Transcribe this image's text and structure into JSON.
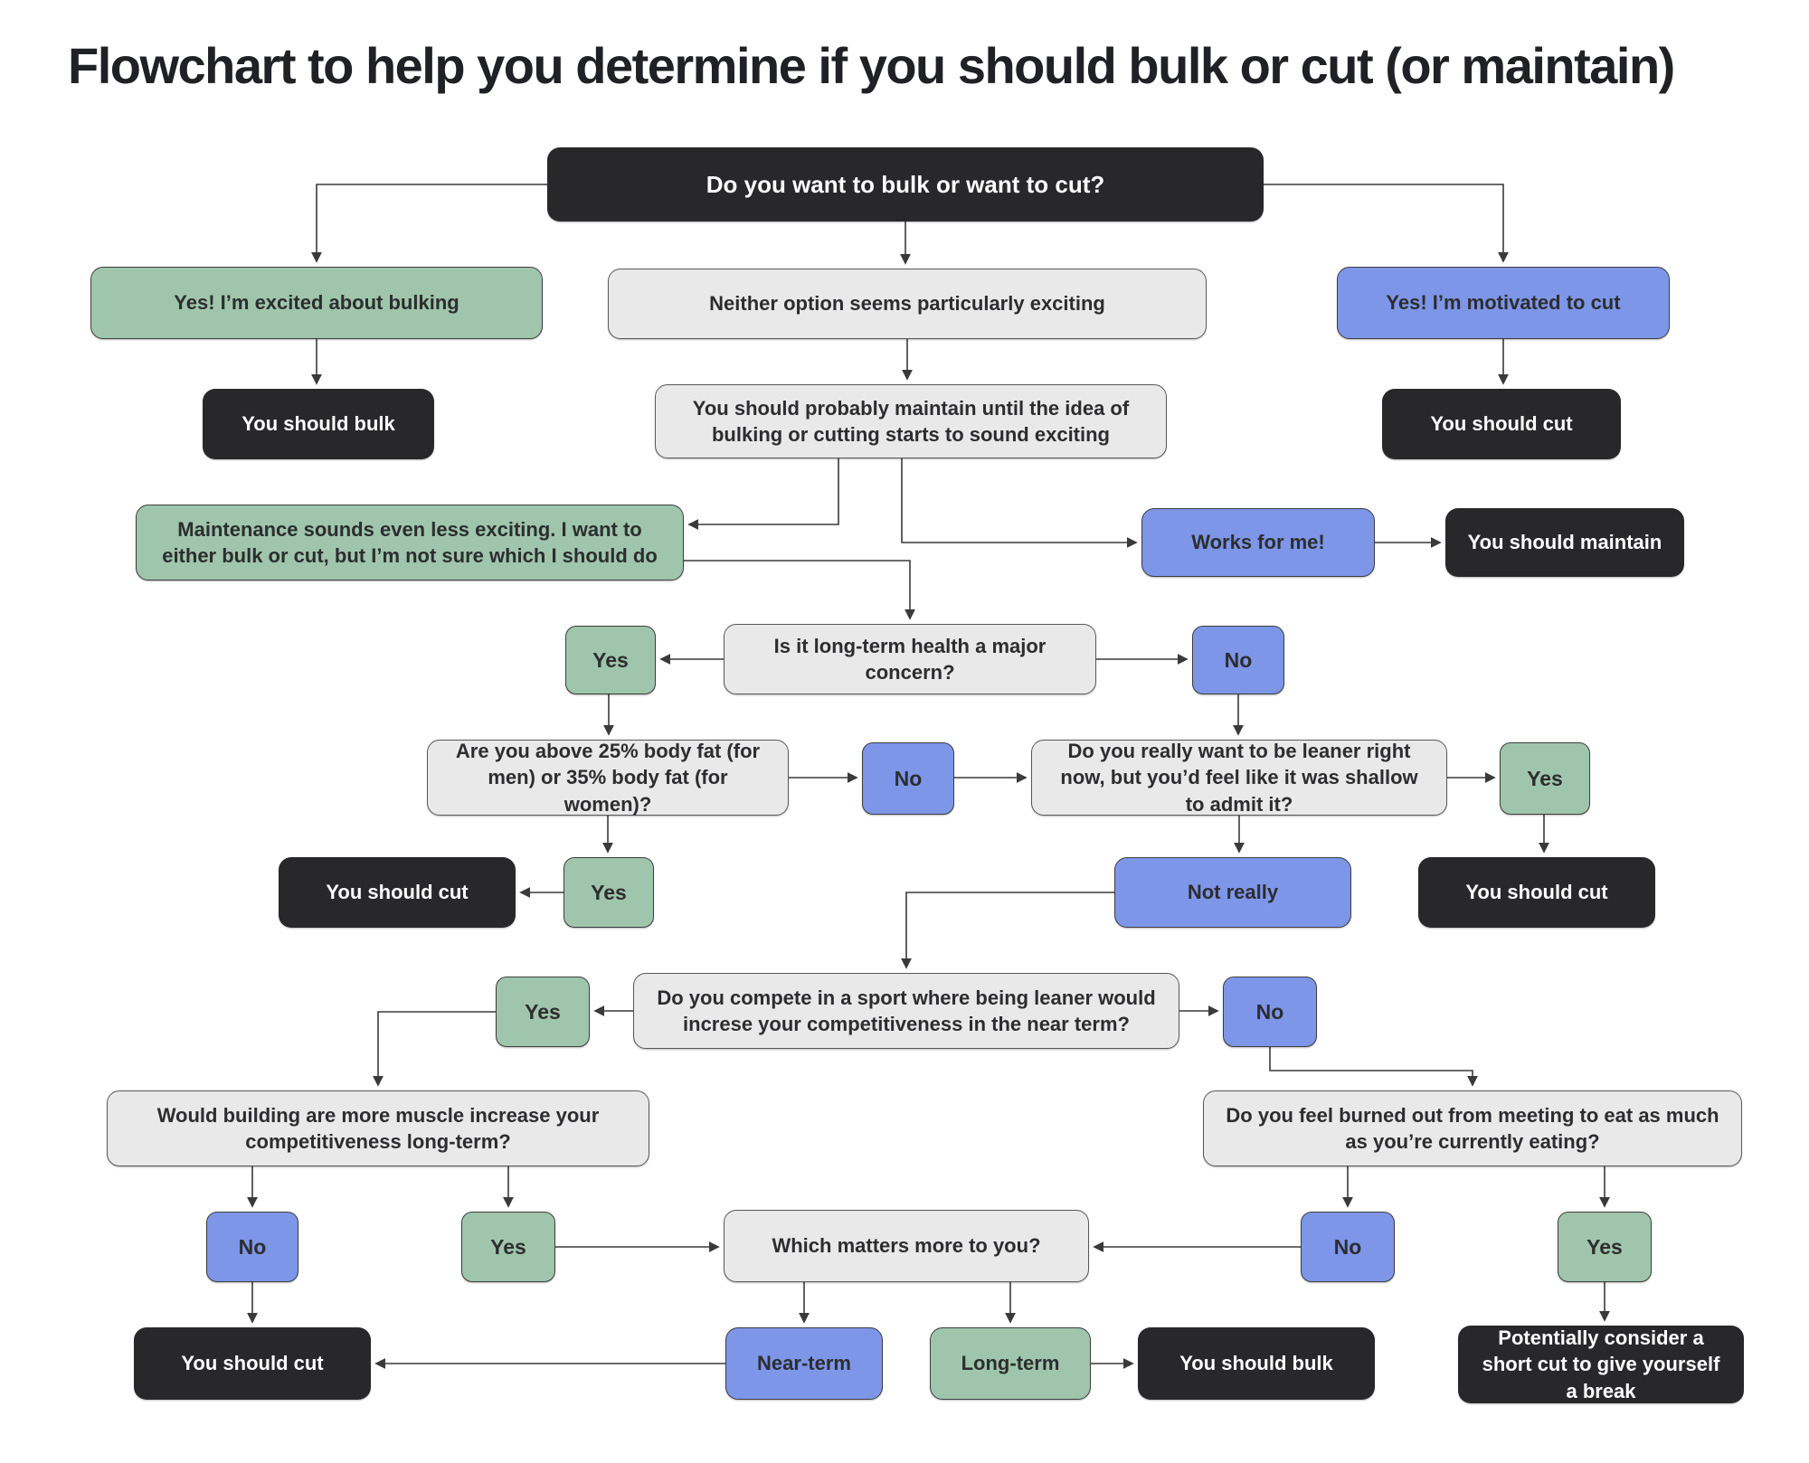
{
  "title": "Flowchart to help you determine if you should bulk or cut (or maintain)",
  "colors": {
    "green": "#9fc6ac",
    "blue": "#7d96e8",
    "dark": "#28282b",
    "gray": "#e9e9e9",
    "line": "#3a3a3a",
    "background": "#ffffff",
    "title_text": "#202124"
  },
  "nodes": {
    "root": "Do you want to bulk or want to cut?",
    "excited_bulking": "Yes! I’m excited about bulking",
    "neither_exciting": "Neither option seems particularly exciting",
    "motivated_cut": "Yes! I’m motivated to cut",
    "should_bulk_1": "You should bulk",
    "maintain_until": "You should probably maintain until the idea of bulking or cutting starts to sound exciting",
    "should_cut_1": "You should cut",
    "maintenance_less_exciting": "Maintenance sounds even less exciting. I want to either bulk or cut, but I’m not sure which I should do",
    "works_for_me": "Works for me!",
    "should_maintain": "You should maintain",
    "yes_health": "Yes",
    "health_question": "Is it long-term health a major concern?",
    "no_health": "No",
    "bodyfat_question": "Are you above 25% body fat (for men) or 35% body fat (for women)?",
    "no_bodyfat": "No",
    "leaner_question": "Do you really want to be leaner right now, but you’d feel like it was shallow to admit it?",
    "yes_leaner": "Yes",
    "should_cut_2": "You should cut",
    "yes_bodyfat": "Yes",
    "not_really": "Not really",
    "should_cut_3": "You should cut",
    "yes_sport": "Yes",
    "sport_question": "Do you compete in a sport where being leaner would increse your competitiveness in the near term?",
    "no_sport": "No",
    "muscle_question": "Would building are more muscle increase your competitiveness long-term?",
    "burnout_question": "Do you feel burned out from meeting to eat as much as you’re currently eating?",
    "no_muscle": "No",
    "yes_muscle": "Yes",
    "matters_question": "Which matters more to you?",
    "no_burnout": "No",
    "yes_burnout": "Yes",
    "should_cut_4": "You should cut",
    "near_term": "Near-term",
    "long_term": "Long-term",
    "should_bulk_2": "You should bulk",
    "short_cut": "Potentially consider a short cut to give yourself a break"
  }
}
